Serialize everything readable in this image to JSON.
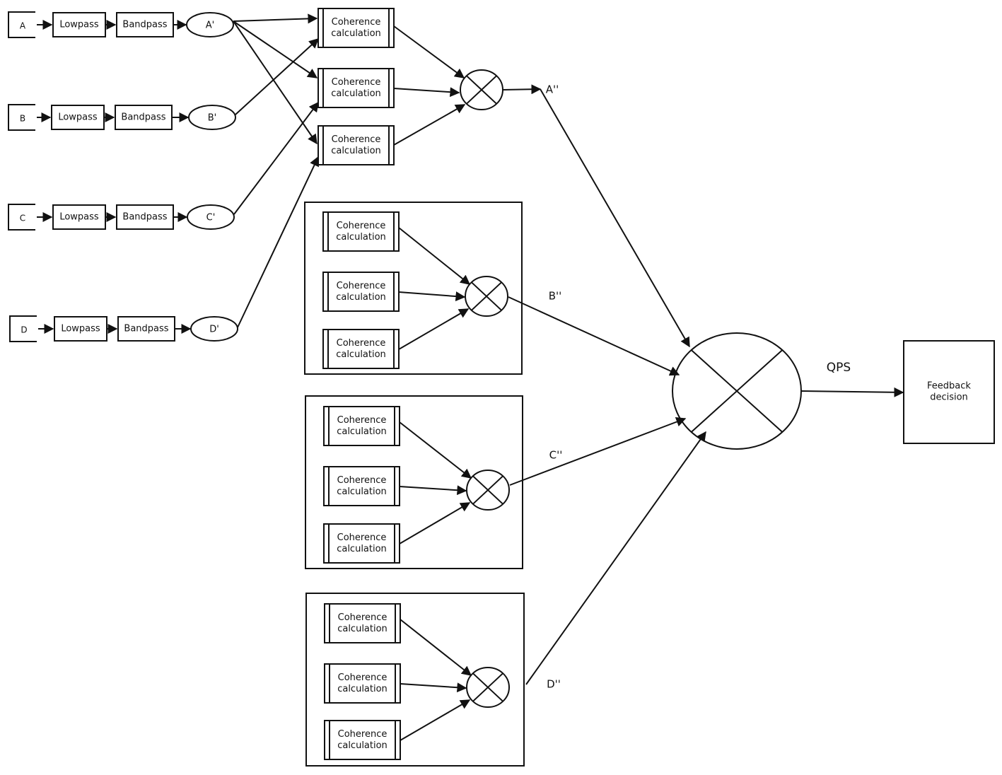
{
  "inputs": [
    {
      "label": "A",
      "lowpass": "Lowpass",
      "bandpass": "Bandpass",
      "output": "A'"
    },
    {
      "label": "B",
      "lowpass": "Lowpass",
      "bandpass": "Bandpass",
      "output": "B'"
    },
    {
      "label": "C",
      "lowpass": "Lowpass",
      "bandpass": "Bandpass",
      "output": "C'"
    },
    {
      "label": "D",
      "lowpass": "Lowpass",
      "bandpass": "Bandpass",
      "output": "D'"
    }
  ],
  "coherence_line1": "Coherence",
  "coherence_line2": "calculation",
  "group_outputs": [
    "A''",
    "B''",
    "C''",
    "D''"
  ],
  "qps_label": "QPS",
  "feedback_line1": "Feedback",
  "feedback_line2": "decision"
}
